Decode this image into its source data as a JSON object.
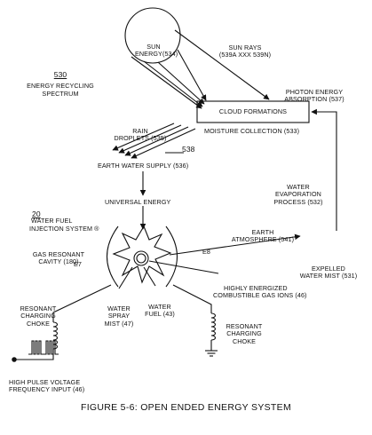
{
  "sun": {
    "line1": "SUN",
    "line2": "ENERGY(534)"
  },
  "sun_rays": {
    "line1": "SUN RAYS",
    "line2": "(539a xxx 539n)"
  },
  "photon": {
    "line1": "PHOTON ENERGY",
    "line2": "ABSORPTION (537)"
  },
  "energy_recycling": {
    "number": "530",
    "line1": "ENERGY RECYCLING",
    "line2": "SPECTRUM"
  },
  "cloud": {
    "label": "CLOUD FORMATIONS"
  },
  "rain": {
    "line1": "RAIN",
    "line2": "DROPLETS (535)"
  },
  "moisture": {
    "label": "MOISTURE COLLECTION (533)"
  },
  "ref_538": {
    "label": "538"
  },
  "earth_water": {
    "label": "EARTH WATER SUPPLY (536)"
  },
  "evaporation": {
    "line1": "WATER",
    "line2": "EVAPORATION",
    "line3": "PROCESS (532)"
  },
  "system": {
    "number": "20",
    "line1": "WATER FUEL",
    "line2": "INJECTION SYSTEM ®"
  },
  "universal": {
    "label": "UNIVERSAL ENERGY"
  },
  "gas_resonant": {
    "line1": "GAS RESONANT",
    "line2": "CAVITY (180)"
  },
  "atmosphere": {
    "line1": "EARTH",
    "line2": "ATMOSPHERE (541)"
  },
  "e7": {
    "label": "E7"
  },
  "e8": {
    "label": "E8"
  },
  "expelled": {
    "line1": "EXPELLED",
    "line2": "WATER MIST (531)"
  },
  "gas_ions": {
    "line1": "HIGHLY ENERGIZED",
    "line2": "COMBUSTIBLE GAS IONS (46)"
  },
  "choke_left": {
    "line1": "RESONANT",
    "line2": "CHARGING",
    "line3": "CHOKE"
  },
  "choke_right": {
    "line1": "RESONANT",
    "line2": "CHARGING",
    "line3": "CHOKE"
  },
  "water_spray": {
    "line1": "WATER",
    "line2": "SPRAY",
    "line3": "MIST (47)"
  },
  "water_fuel": {
    "line1": "WATER",
    "line2": "FUEL (43)"
  },
  "pulse_input": {
    "line1": "HIGH PULSE VOLTAGE",
    "line2": "FREQUENCY INPUT (46)"
  },
  "caption": "FIGURE 5-6: OPEN ENDED ENERGY SYSTEM"
}
